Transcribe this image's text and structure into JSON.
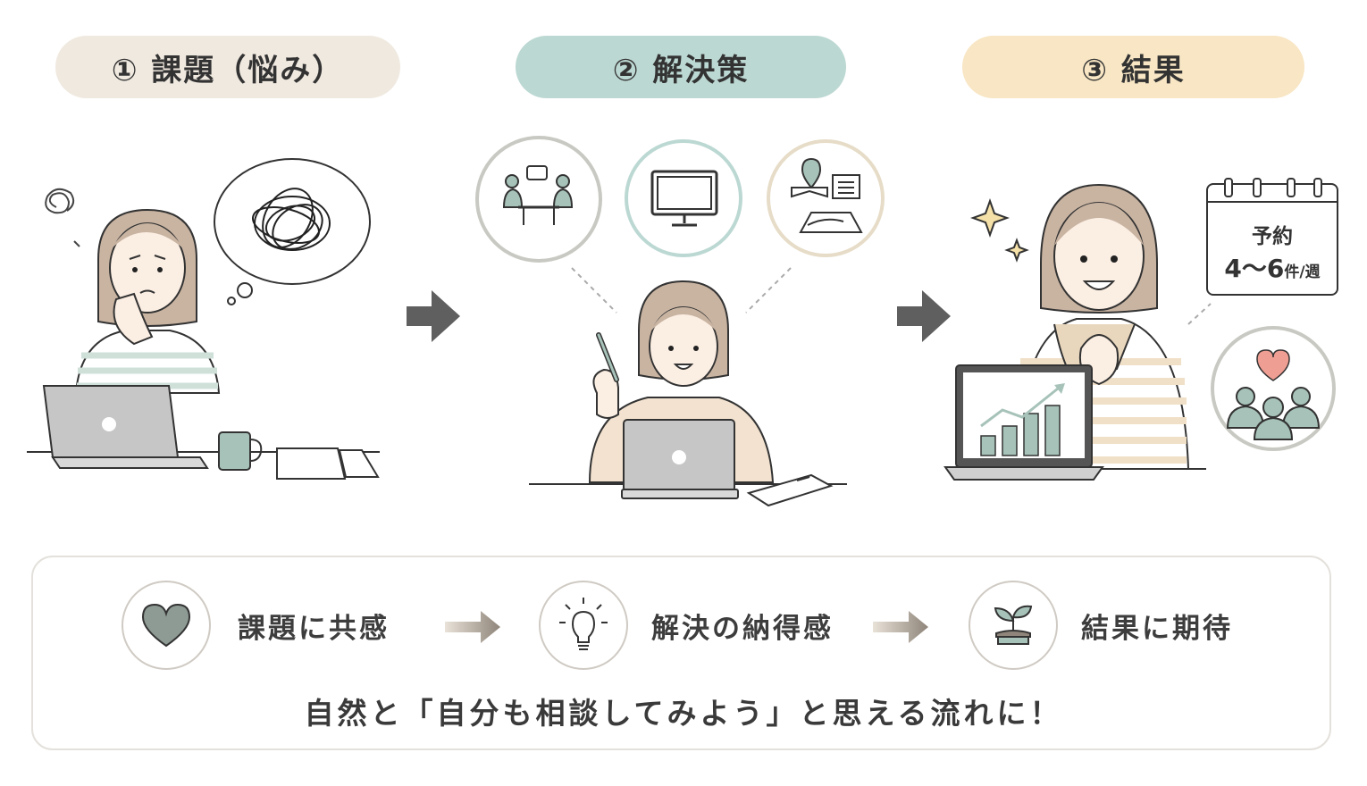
{
  "steps": [
    {
      "label": "① 課題（悩み）",
      "color": "#f0e9e0"
    },
    {
      "label": "② 解決策",
      "color": "#bcd8d2"
    },
    {
      "label": "③ 結果",
      "color": "#f8e6c4"
    }
  ],
  "calendar": {
    "line1": "予約",
    "line2_value": "4〜6",
    "line2_unit": "件/週"
  },
  "summary": {
    "items": [
      {
        "label": "課題に共感",
        "icon": "heart-icon"
      },
      {
        "label": "解決の納得感",
        "icon": "lightbulb-icon"
      },
      {
        "label": "結果に期待",
        "icon": "sprout-icon"
      }
    ],
    "tagline": "自然と「自分も相談してみよう」と思える流れに！"
  },
  "colors": {
    "sage": "#a7c3b9",
    "skin": "#fbeee3",
    "hair": "#c9b4a2",
    "line": "#333333",
    "arrow": "#5f5f5f"
  }
}
